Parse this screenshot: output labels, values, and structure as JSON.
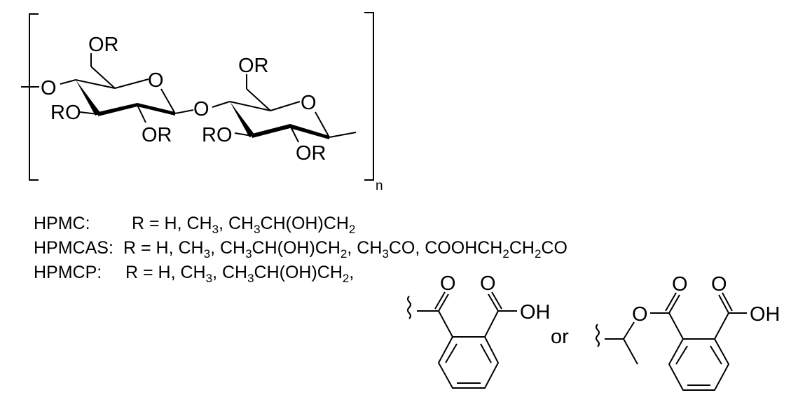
{
  "figure": {
    "repeat_unit_label": "n",
    "substituent_label": "OR",
    "substituent_label_left": "RO",
    "ring_oxygen": "O",
    "linker_oxygen": "O",
    "phthalate_or": "or",
    "carbonyl_oxygen": "O",
    "hydroxyl": "OH",
    "ester_oxygen": "O"
  },
  "definitions": [
    {
      "polymer": "HPMC:",
      "r_prefix": "R = H, CH",
      "sub1": "3",
      "mid1": ", CH",
      "sub2": "3",
      "mid2": "CH(OH)CH",
      "sub3": "2",
      "tail": ""
    },
    {
      "polymer": "HPMCAS:",
      "r_prefix": "R = H, CH",
      "sub1": "3",
      "mid1": ", CH",
      "sub2": "3",
      "mid2": "CH(OH)CH",
      "sub3": "2",
      "tail_a": ", CH",
      "sub4": "3",
      "tail_b": "CO, COOHCH",
      "sub5": "2",
      "tail_c": "CH",
      "sub6": "2",
      "tail_d": "CO"
    },
    {
      "polymer": "HPMCP:",
      "r_prefix": "R = H, CH",
      "sub1": "3",
      "mid1": ", CH",
      "sub2": "3",
      "mid2": "CH(OH)CH",
      "sub3": "2",
      "tail": ","
    }
  ]
}
